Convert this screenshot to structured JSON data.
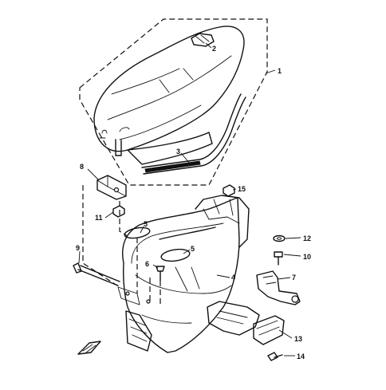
{
  "callouts": [
    {
      "id": "1",
      "text": "1"
    },
    {
      "id": "2",
      "text": "2"
    },
    {
      "id": "3",
      "text": "3"
    },
    {
      "id": "4",
      "text": "4"
    },
    {
      "id": "5a",
      "text": "5"
    },
    {
      "id": "5b",
      "text": "5"
    },
    {
      "id": "6",
      "text": "6"
    },
    {
      "id": "7",
      "text": "7"
    },
    {
      "id": "8",
      "text": "8"
    },
    {
      "id": "9",
      "text": "9"
    },
    {
      "id": "10",
      "text": "10"
    },
    {
      "id": "11",
      "text": "11"
    },
    {
      "id": "12a",
      "text": "12"
    },
    {
      "id": "13",
      "text": "13"
    },
    {
      "id": "14",
      "text": "14"
    },
    {
      "id": "15",
      "text": "15"
    }
  ]
}
